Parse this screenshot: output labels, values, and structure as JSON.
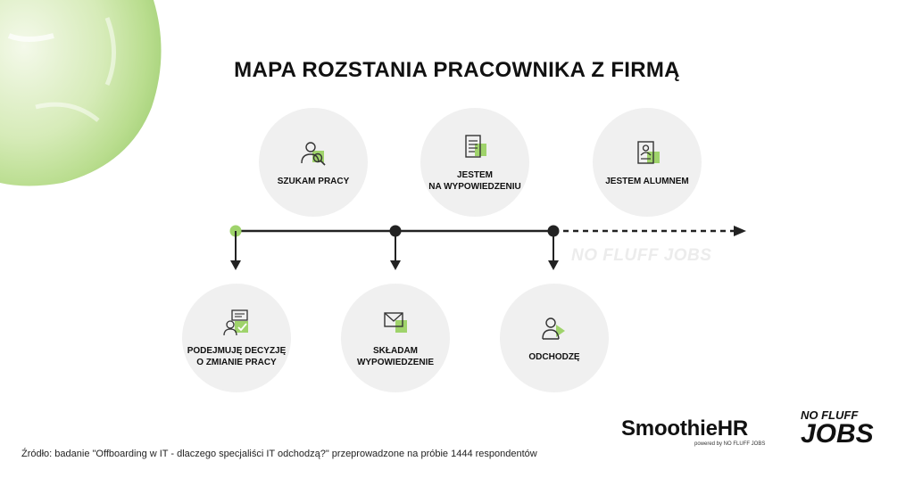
{
  "title": "MAPA ROZSTANIA PRACOWNIKA Z FIRMĄ",
  "colors": {
    "accent": "#9fd36b",
    "circle": "#f0f0f0",
    "line": "#222222"
  },
  "top_steps": [
    {
      "label": "SZUKAM PRACY",
      "icon": "person-search-icon"
    },
    {
      "label": "JESTEM\nNA WYPOWIEDZENIU",
      "icon": "document-icon"
    },
    {
      "label": "JESTEM ALUMNEM",
      "icon": "id-card-icon"
    }
  ],
  "bottom_steps": [
    {
      "label": "PODEJMUJĘ DECYZJĘ\nO ZMIANIE PRACY",
      "icon": "decision-chat-icon"
    },
    {
      "label": "SKŁADAM\nWYPOWIEDZENIE",
      "icon": "envelope-icon"
    },
    {
      "label": "ODCHODZĘ",
      "icon": "person-leaving-icon"
    }
  ],
  "watermark": "NO FLUFF JOBS",
  "source": "Źródło: badanie \"Offboarding w IT - dlaczego specjaliści IT odchodzą?\" przeprowadzone na próbie 1444 respondentów",
  "logos": {
    "smoothie": "SmoothieHR",
    "powered_by": "powered by NO FLUFF JOBS",
    "nfj_top": "NO FLUFF",
    "nfj_bottom": "JOBS"
  }
}
